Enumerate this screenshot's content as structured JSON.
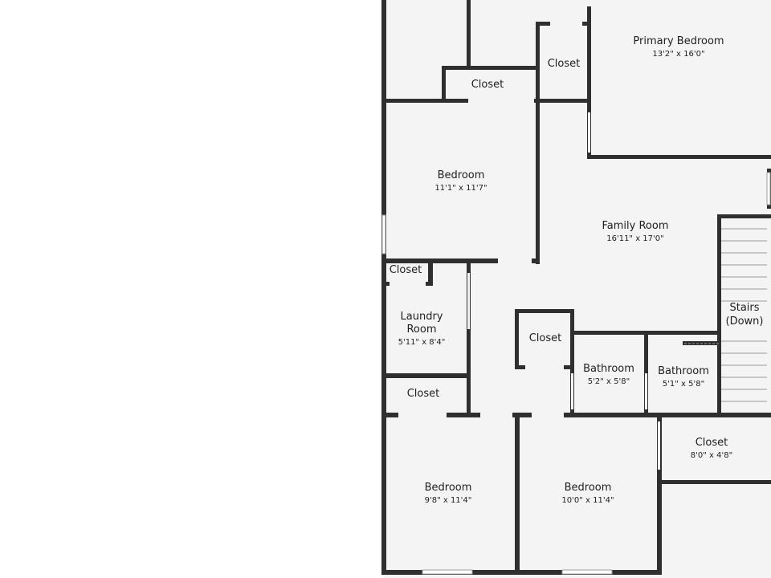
{
  "rooms": {
    "primary_bedroom": {
      "name": "Primary Bedroom",
      "dim": "13'2\" x 16'0\""
    },
    "closet_top_right": {
      "name": "Closet"
    },
    "closet_top_mid": {
      "name": "Closet"
    },
    "bedroom_upper": {
      "name": "Bedroom",
      "dim": "11'1\" x 11'7\""
    },
    "family_room": {
      "name": "Family Room",
      "dim": "16'11\" x 17'0\""
    },
    "stairs": {
      "name_line1": "Stairs",
      "name_line2": "(Down)"
    },
    "closet_laundry": {
      "name": "Closet"
    },
    "laundry": {
      "name_line1": "Laundry",
      "name_line2": "Room",
      "dim": "5'11\" x 8'4\""
    },
    "closet_center": {
      "name": "Closet"
    },
    "bathroom_1": {
      "name": "Bathroom",
      "dim": "5'2\" x 5'8\""
    },
    "bathroom_2": {
      "name": "Bathroom",
      "dim": "5'1\" x 5'8\""
    },
    "closet_lower_left": {
      "name": "Closet"
    },
    "closet_lower_right": {
      "name": "Closet",
      "dim": "8'0\" x 4'8\""
    },
    "bedroom_lower_left": {
      "name": "Bedroom",
      "dim": "9'8\" x 11'4\""
    },
    "bedroom_lower_mid": {
      "name": "Bedroom",
      "dim": "10'0\" x 11'4\""
    }
  },
  "colors": {
    "wall": "#2f2f2f",
    "floor": "#f4f4f4",
    "background": "#ffffff"
  }
}
